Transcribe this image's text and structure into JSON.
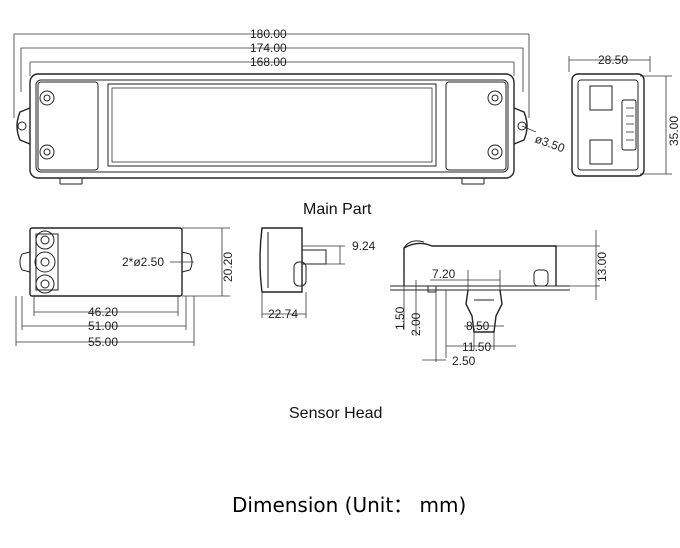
{
  "labels": {
    "main_part": "Main Part",
    "sensor_head": "Sensor Head",
    "dimension_title": "Dimension (Unit： mm)"
  },
  "main_part": {
    "length_overall": "180.00",
    "length_mounting": "174.00",
    "length_body": "168.00",
    "hole_diameter": "ø3.50",
    "side_width": "28.50",
    "side_height": "35.00"
  },
  "sensor_head": {
    "hole_spec": "2*ø2.50",
    "height": "20.20",
    "length_inner": "46.20",
    "length_mid": "51.00",
    "length_overall": "55.00",
    "side_depth": "22.74",
    "side_tab": "9.24",
    "clip_width": "7.20",
    "clip_base": "8.50",
    "clip_span": "11.50",
    "tab_offset": "2.50",
    "tab_thickness": "1.50",
    "tab_height": "2.00",
    "profile_height": "13.00"
  }
}
